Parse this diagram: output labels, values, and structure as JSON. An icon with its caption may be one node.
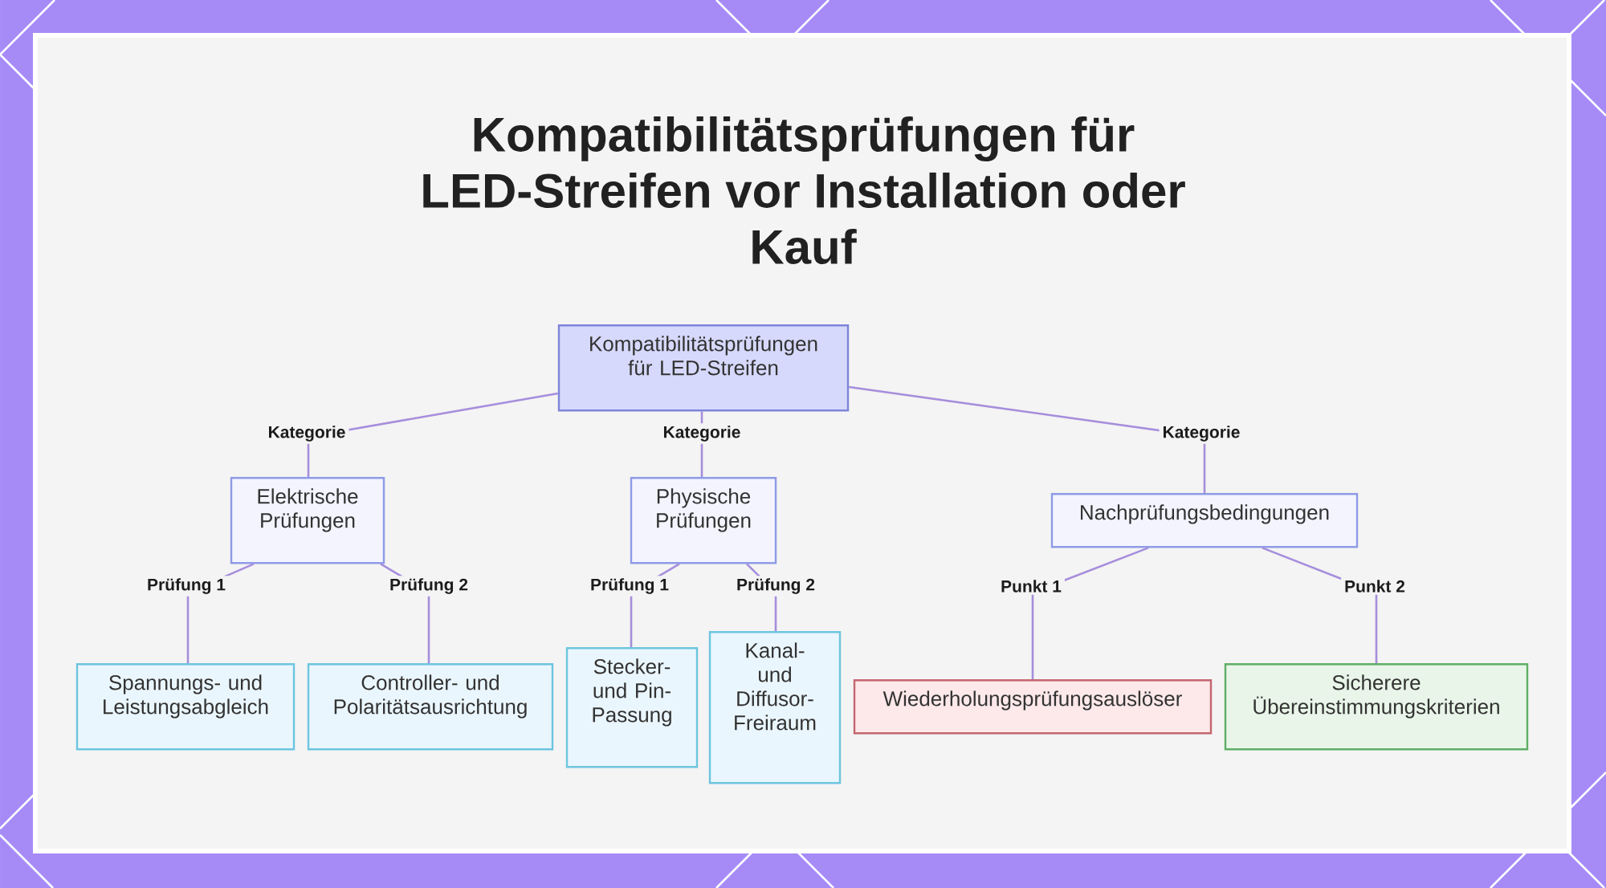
{
  "diagram": {
    "title": "Kompatibilitätsprüfungen für LED-Streifen vor Installation oder Kauf",
    "nodes": [
      {
        "text": [
          "Kompatibilitätsprüfungen für LED-Streifen"
        ]
      },
      {
        "text": [
          "Elektrische Prüfungen"
        ]
      },
      {
        "text": [
          "Physische Prüfungen"
        ]
      },
      {
        "text": [
          "Nachprüfungsbedingungen"
        ]
      },
      {
        "text": [
          "Spannungs- und Leistungsabgleich"
        ]
      },
      {
        "text": [
          "Controller- und Polaritätsausrichtung"
        ]
      },
      {
        "text": [
          "Stecker- und Pin- Passung"
        ]
      },
      {
        "text": [
          "Kanal- und Diffusor- Freiraum"
        ]
      },
      {
        "text": [
          "Wiederholungsprüfungsauslöser"
        ]
      },
      {
        "text": [
          "Sicherere Übereinstimmungskriterien"
        ]
      }
    ],
    "edges": [
      {
        "from": 0,
        "to": 1,
        "arrow": "none",
        "label": "Kategorie"
      },
      {
        "from": 0,
        "to": 2,
        "arrow": "none",
        "label": "Kategorie"
      },
      {
        "from": 0,
        "to": 3,
        "arrow": "none",
        "label": "Kategorie"
      },
      {
        "from": 1,
        "to": 4,
        "arrow": "none",
        "label": "Prüfung 1"
      },
      {
        "from": 1,
        "to": 5,
        "arrow": "none",
        "label": "Prüfung 2"
      },
      {
        "from": 2,
        "to": 6,
        "arrow": "none",
        "label": "Prüfung 1"
      },
      {
        "from": 2,
        "to": 7,
        "arrow": "none",
        "label": "Prüfung 2"
      },
      {
        "from": 3,
        "to": 8,
        "arrow": "none",
        "label": "Punkt 1"
      },
      {
        "from": 3,
        "to": 9,
        "arrow": "none",
        "label": "Punkt 2"
      }
    ]
  }
}
